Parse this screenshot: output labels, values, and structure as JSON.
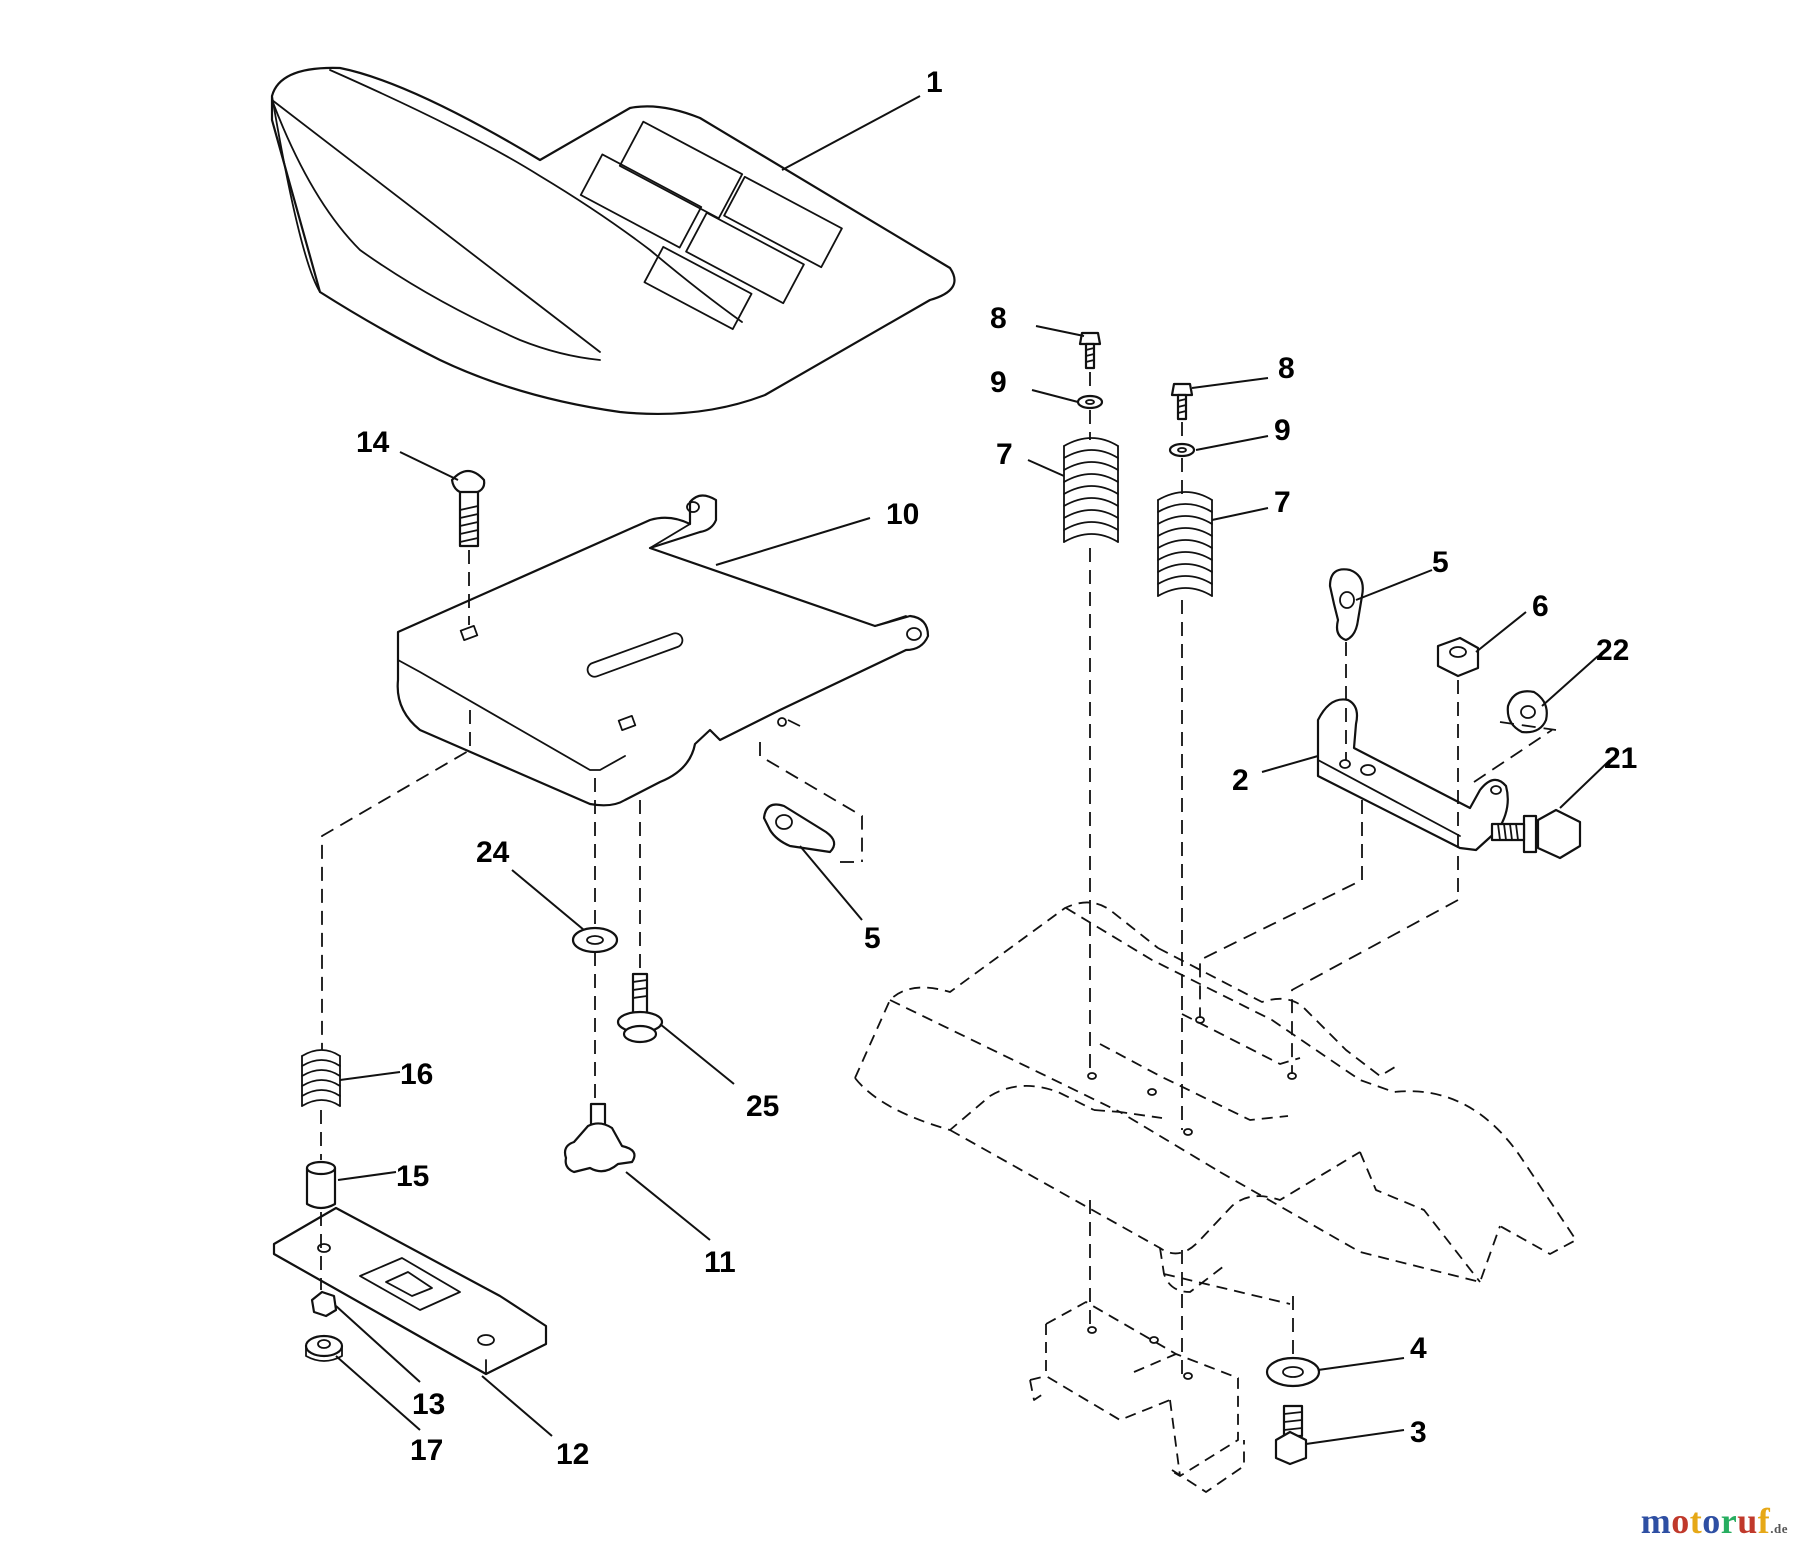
{
  "diagram": {
    "callouts": [
      {
        "id": "c1",
        "label": "1"
      },
      {
        "id": "c2",
        "label": "2"
      },
      {
        "id": "c3",
        "label": "3"
      },
      {
        "id": "c4",
        "label": "4"
      },
      {
        "id": "c5a",
        "label": "5"
      },
      {
        "id": "c5b",
        "label": "5"
      },
      {
        "id": "c6",
        "label": "6"
      },
      {
        "id": "c7a",
        "label": "7"
      },
      {
        "id": "c7b",
        "label": "7"
      },
      {
        "id": "c8a",
        "label": "8"
      },
      {
        "id": "c8b",
        "label": "8"
      },
      {
        "id": "c9a",
        "label": "9"
      },
      {
        "id": "c9b",
        "label": "9"
      },
      {
        "id": "c10",
        "label": "10"
      },
      {
        "id": "c11",
        "label": "11"
      },
      {
        "id": "c12",
        "label": "12"
      },
      {
        "id": "c13",
        "label": "13"
      },
      {
        "id": "c14",
        "label": "14"
      },
      {
        "id": "c15",
        "label": "15"
      },
      {
        "id": "c16",
        "label": "16"
      },
      {
        "id": "c17",
        "label": "17"
      },
      {
        "id": "c21",
        "label": "21"
      },
      {
        "id": "c22",
        "label": "22"
      },
      {
        "id": "c24",
        "label": "24"
      },
      {
        "id": "c25",
        "label": "25"
      }
    ]
  },
  "watermark": {
    "letters": [
      "m",
      "o",
      "t",
      "o",
      "r",
      "u",
      "f"
    ],
    "letter_colors": [
      "#2e4fa3",
      "#c0392b",
      "#e6a817",
      "#2e4fa3",
      "#27ae60",
      "#c0392b",
      "#e6a817"
    ],
    "suffix": ".de"
  }
}
